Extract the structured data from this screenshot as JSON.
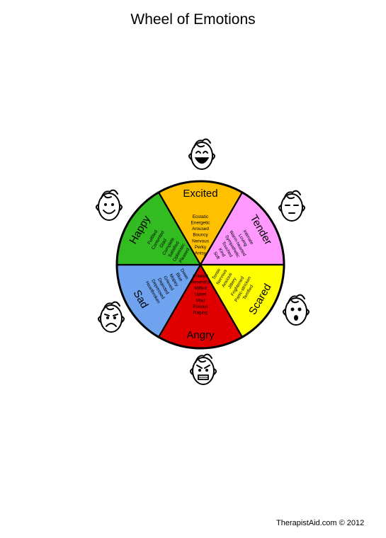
{
  "title": "Wheel of Emotions",
  "footer": "TherapistAid.com © 2012",
  "colors": {
    "excited": "#ffc000",
    "tender": "#ff99ff",
    "scared": "#ffff00",
    "angry": "#e00000",
    "sad": "#6fa3ef",
    "happy": "#33bb22",
    "outline": "#000000"
  },
  "segments": [
    {
      "id": "excited",
      "label": "Excited",
      "words": [
        "Ecstatic",
        "Energetic",
        "Aroused",
        "Bouncy",
        "Nervous",
        "Perky",
        "Antsy"
      ]
    },
    {
      "id": "tender",
      "label": "Tender",
      "words": [
        "Intimate",
        "Loving",
        "Warm-hearted",
        "Sympathetic",
        "Touched",
        "Kind",
        "Soft"
      ]
    },
    {
      "id": "scared",
      "label": "Scared",
      "words": [
        "Tense",
        "Nervous",
        "Anxious",
        "Jittery",
        "Frightened",
        "Panic-stricken",
        "Terrified"
      ]
    },
    {
      "id": "angry",
      "label": "Angry",
      "words": [
        "Irritated",
        "Resentful",
        "Miffed",
        "Upset",
        "Mad",
        "Furious",
        "Raging"
      ]
    },
    {
      "id": "sad",
      "label": "Sad",
      "words": [
        "Down",
        "Blue",
        "Mopey",
        "Grieved",
        "Dejected",
        "Depressed",
        "Heartbroken"
      ]
    },
    {
      "id": "happy",
      "label": "Happy",
      "words": [
        "Fulfilled",
        "Contented",
        "Glad",
        "Complete",
        "Satisfied",
        "Optimistic",
        "Pleased"
      ]
    }
  ],
  "faces": [
    {
      "id": "excited",
      "icon": "excited-face-icon"
    },
    {
      "id": "tender",
      "icon": "tender-face-icon"
    },
    {
      "id": "scared",
      "icon": "scared-face-icon"
    },
    {
      "id": "angry",
      "icon": "angry-face-icon"
    },
    {
      "id": "sad",
      "icon": "sad-face-icon"
    },
    {
      "id": "happy",
      "icon": "happy-face-icon"
    }
  ]
}
